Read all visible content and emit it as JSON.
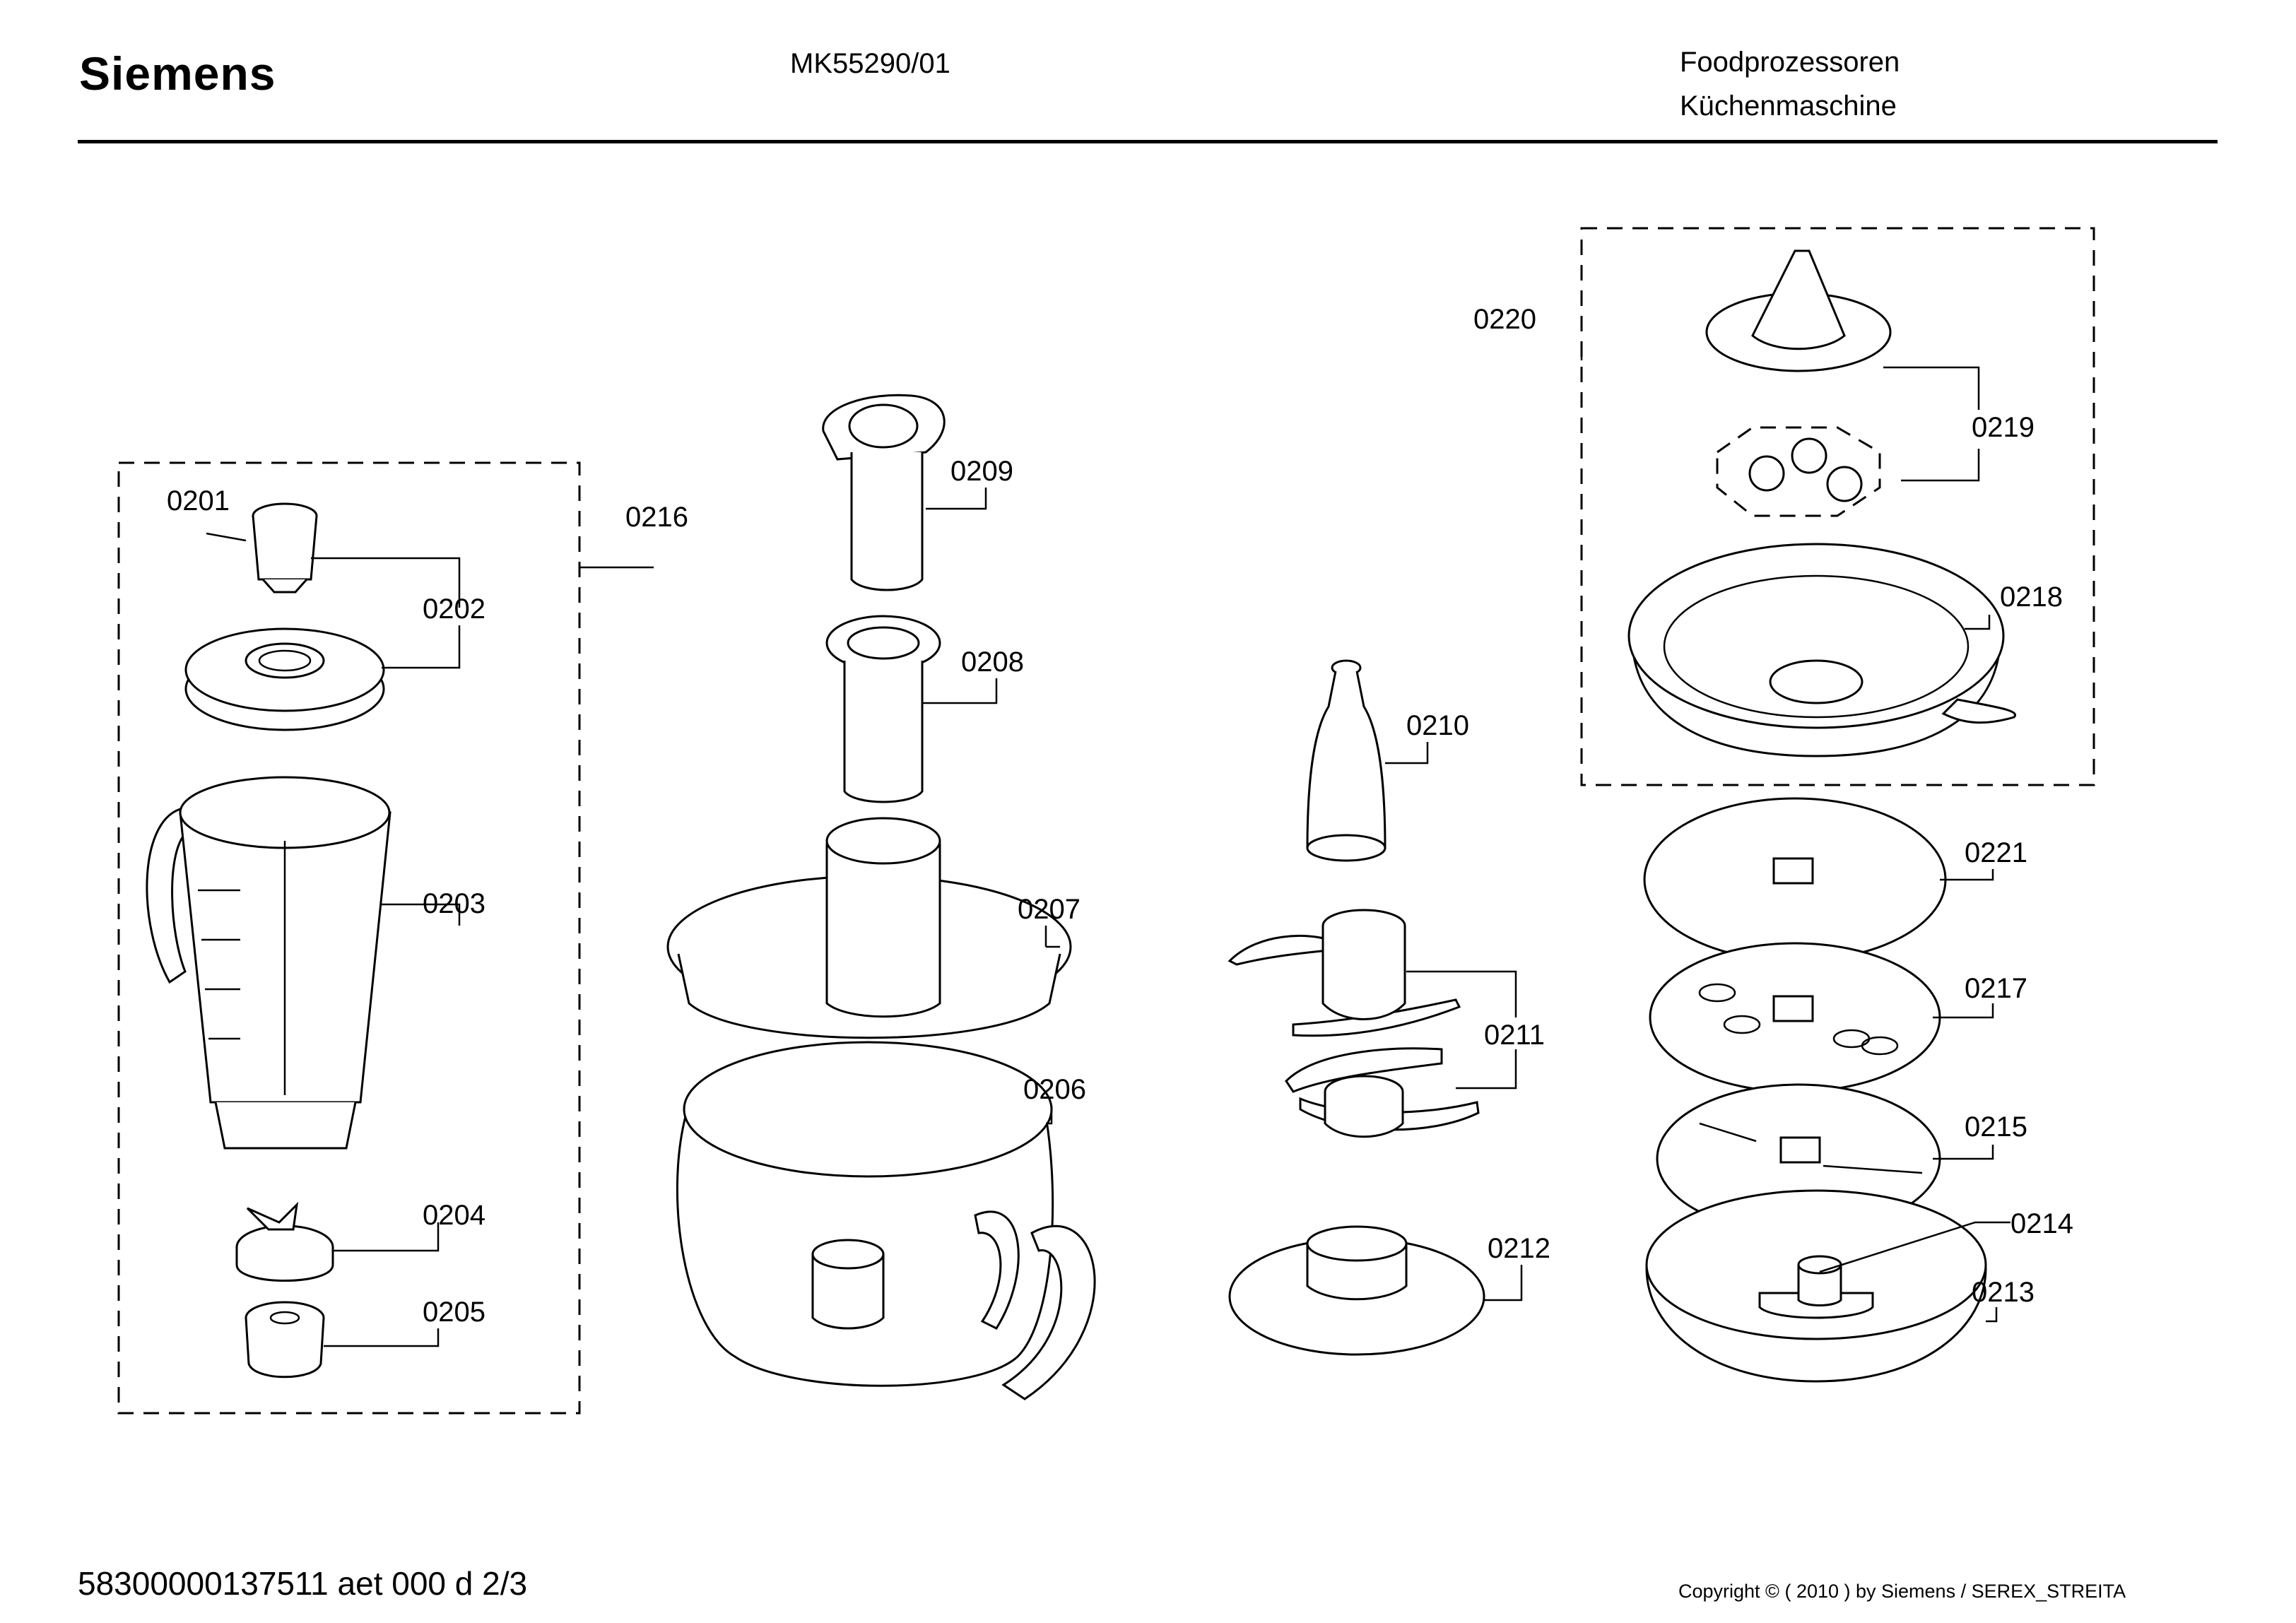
{
  "header": {
    "brand": "Siemens",
    "model": "MK55290/01",
    "category_line1": "Foodprozessoren",
    "category_line2": "Küchenmaschine"
  },
  "parts": [
    {
      "id": "0201"
    },
    {
      "id": "0202"
    },
    {
      "id": "0203"
    },
    {
      "id": "0204"
    },
    {
      "id": "0205"
    },
    {
      "id": "0206"
    },
    {
      "id": "0207"
    },
    {
      "id": "0208"
    },
    {
      "id": "0209"
    },
    {
      "id": "0210"
    },
    {
      "id": "0211"
    },
    {
      "id": "0212"
    },
    {
      "id": "0213"
    },
    {
      "id": "0214"
    },
    {
      "id": "0215"
    },
    {
      "id": "0216"
    },
    {
      "id": "0217"
    },
    {
      "id": "0218"
    },
    {
      "id": "0219"
    },
    {
      "id": "0220"
    },
    {
      "id": "0221"
    }
  ],
  "footer": {
    "document_id": "58300000137511 aet 000 d 2/3",
    "copyright": "Copyright © ( 2010 ) by Siemens  / SEREX_STREITA"
  }
}
